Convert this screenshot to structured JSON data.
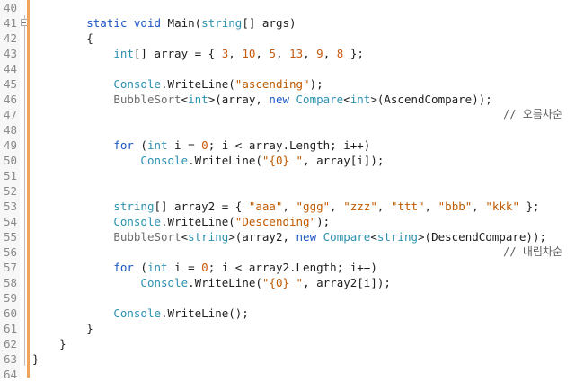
{
  "editor": {
    "line_numbers": [
      "40",
      "41",
      "42",
      "43",
      "44",
      "45",
      "46",
      "47",
      "48",
      "49",
      "50",
      "51",
      "52",
      "53",
      "54",
      "55",
      "56",
      "57",
      "58",
      "59",
      "60",
      "61",
      "62",
      "63",
      "64"
    ],
    "lines": [
      "",
      "        static void Main(string[] args)",
      "        {",
      "            int[] array = { 3, 10, 5, 13, 9, 8 };",
      "",
      "            Console.WriteLine(\"ascending\");",
      "            BubbleSort<int>(array, new Compare<int>(AscendCompare));",
      "",
      "",
      "            for (int i = 0; i < array.Length; i++)",
      "                Console.WriteLine(\"{0} \", array[i]);",
      "",
      "",
      "            string[] array2 = { \"aaa\", \"ggg\", \"zzz\", \"ttt\", \"bbb\", \"kkk\" };",
      "            Console.WriteLine(\"Descending\");",
      "            BubbleSort<string>(array2, new Compare<string>(DescendCompare));",
      "",
      "            for (int i = 0; i < array2.Length; i++)",
      "                Console.WriteLine(\"{0} \", array2[i]);",
      "",
      "            Console.WriteLine();",
      "        }",
      "    }",
      "}",
      ""
    ],
    "comments": {
      "ascending": "// 오름차순",
      "descending": "// 내림차순"
    }
  },
  "colors": {
    "keyword": "#1a56c4",
    "type": "#2b91af",
    "number": "#c85a0e",
    "string": "#c05a00",
    "change_bar": "#f0a35c"
  }
}
